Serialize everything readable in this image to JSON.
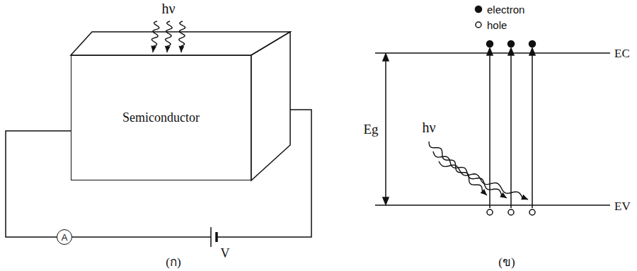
{
  "diagram": {
    "nodes": [
      {
        "text": [
          "Semiconductor"
        ]
      },
      {
        "text": [
          "A"
        ]
      }
    ],
    "edges": [
      {
        "from": 0,
        "to": 1,
        "arrow": "none"
      }
    ],
    "labels": [
      "hν",
      "V",
      "(ก)",
      "hν",
      "Eg",
      "EC",
      "EV",
      "(ข)"
    ],
    "legend": [
      {
        "text": "electron"
      },
      {
        "text": "hole"
      }
    ]
  }
}
